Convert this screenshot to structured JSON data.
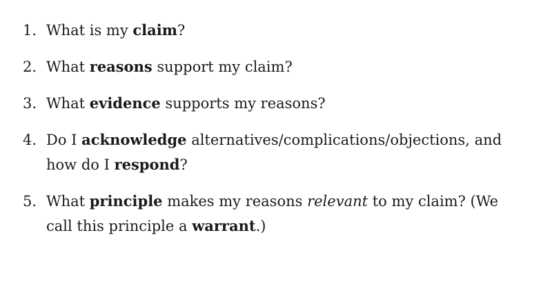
{
  "items": [
    {
      "number": "1.",
      "segments": [
        {
          "t": "What is my "
        },
        {
          "t": "claim",
          "b": true
        },
        {
          "t": "?"
        }
      ]
    },
    {
      "number": "2.",
      "segments": [
        {
          "t": "What "
        },
        {
          "t": "reasons",
          "b": true
        },
        {
          "t": " support my claim?"
        }
      ]
    },
    {
      "number": "3.",
      "segments": [
        {
          "t": "What "
        },
        {
          "t": "evidence",
          "b": true
        },
        {
          "t": " supports my reasons?"
        }
      ]
    },
    {
      "number": "4.",
      "segments": [
        {
          "t": "Do I "
        },
        {
          "t": "acknowledge",
          "b": true
        },
        {
          "t": " alternatives/complications/objections, and how do I "
        },
        {
          "t": "respond",
          "b": true
        },
        {
          "t": "?"
        }
      ]
    },
    {
      "number": "5.",
      "segments": [
        {
          "t": "What "
        },
        {
          "t": "principle",
          "b": true
        },
        {
          "t": " makes my reasons "
        },
        {
          "t": "relevant",
          "i": true
        },
        {
          "t": " to my claim? (We call this principle a "
        },
        {
          "t": "warrant",
          "b": true
        },
        {
          "t": ".)"
        }
      ]
    }
  ]
}
